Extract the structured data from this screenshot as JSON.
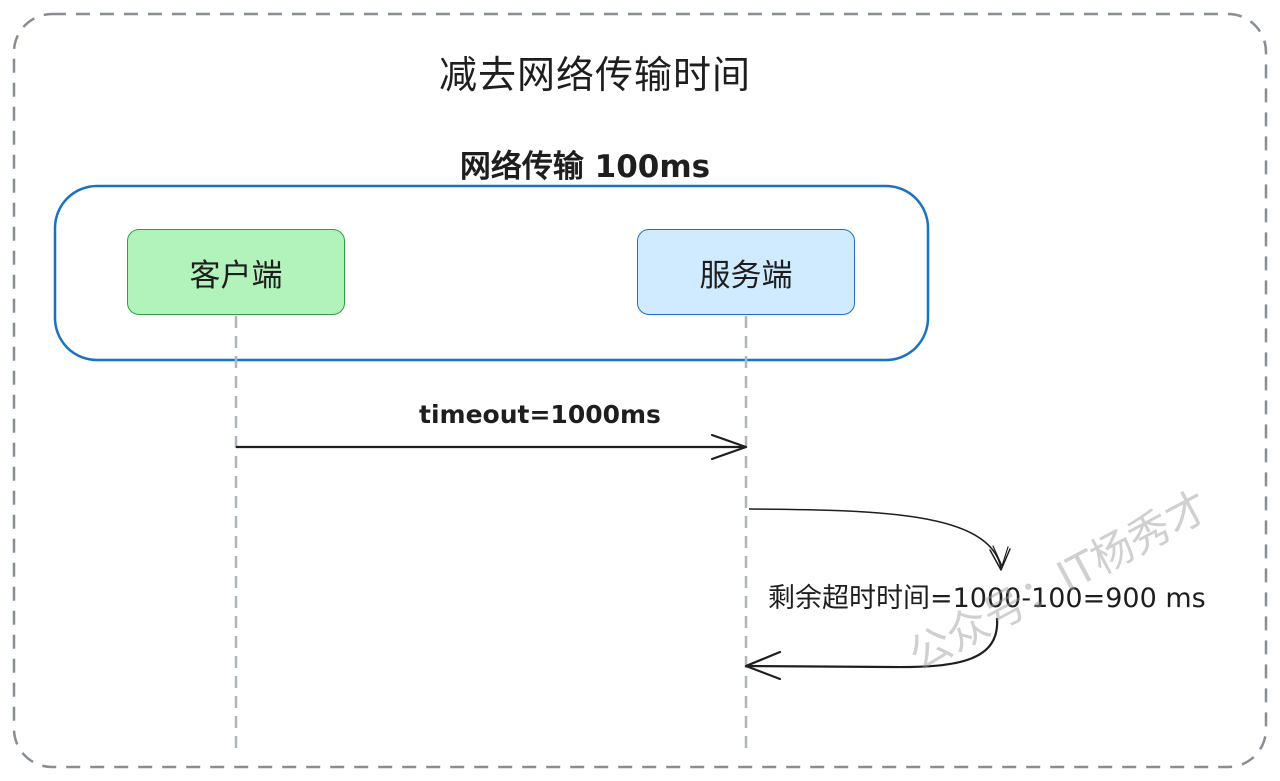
{
  "title": "减去网络传输时间",
  "network_label": "网络传输 100ms",
  "nodes": {
    "client": "客户端",
    "server": "服务端"
  },
  "messages": {
    "request": "timeout=1000ms",
    "remaining": "剩余超时时间=1000-100=900 ms"
  },
  "watermark": "公众号：IT杨秀才",
  "colors": {
    "client_fill": "#b2f2bb",
    "client_stroke": "#2f9e44",
    "server_fill": "#d0ebff",
    "server_stroke": "#1971c2",
    "network_group_stroke": "#1971c2",
    "frame_stroke": "#868e96",
    "lifeline": "#adb5bd",
    "arrow": "#1e1e1e"
  }
}
